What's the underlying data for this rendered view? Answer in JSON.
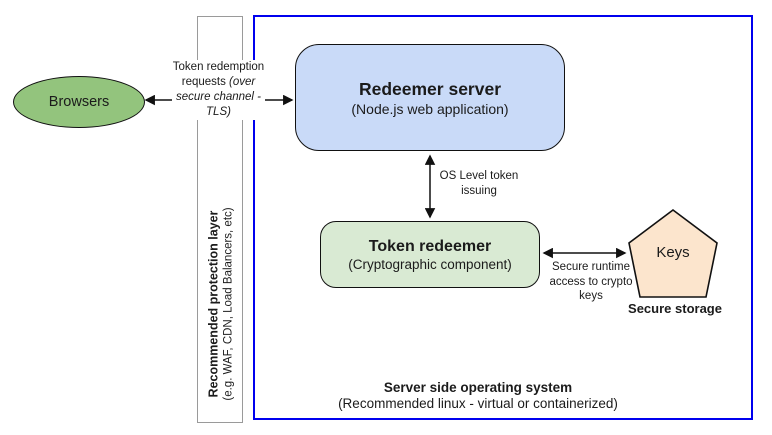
{
  "diagram": {
    "browsers": {
      "label": "Browsers"
    },
    "protection_layer": {
      "title": "Recommended protection layer",
      "subtitle": "(e.g. WAF, CDN, Load Balancers, etc)"
    },
    "server_os": {
      "title": "Server side operating system",
      "subtitle": "(Recommended linux - virtual or containerized)"
    },
    "redeemer_server": {
      "title": "Redeemer server",
      "subtitle": "(Node.js web application)"
    },
    "token_redeemer": {
      "title": "Token redeemer",
      "subtitle": "(Cryptographic component)"
    },
    "keys": {
      "label": "Keys",
      "caption": "Secure storage"
    },
    "edges": {
      "token_redemption": {
        "label_plain": "Token redemption requests ",
        "label_italic": "(over secure channel - TLS)"
      },
      "os_level_issuing": {
        "label": "OS Level token issuing"
      },
      "secure_runtime": {
        "label": "Secure runtime access to crypto keys"
      }
    },
    "colors": {
      "browsers_fill": "#93c47d",
      "redeemer_server_fill": "#c9daf8",
      "token_redeemer_fill": "#d9ead3",
      "keys_fill": "#fce5cd",
      "os_border": "#0000ee",
      "protection_border": "#9a9a9a"
    }
  }
}
